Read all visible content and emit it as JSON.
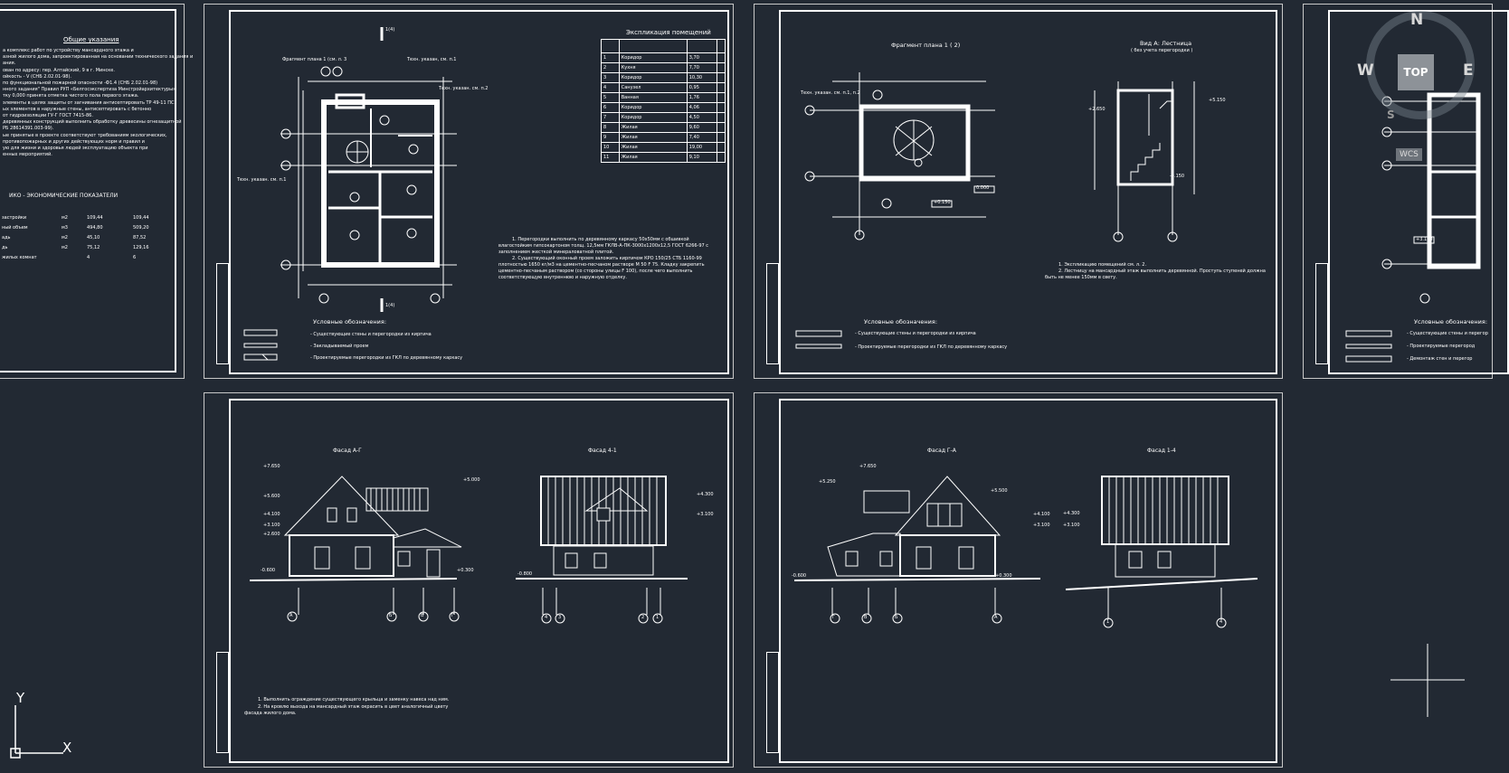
{
  "sheet1": {
    "heading": "Общие указания",
    "notes": [
      "а комплекс работ по устройству мансардного этажа и",
      "азной жилого дома, запроектированная на основании технического задания и",
      "ания.",
      "ован по адресу: пер. Алтайский, 9 в г. Минске.",
      "ойкость - V (СНБ 2.02.01-98).",
      "по функциональной пожарной опасности -Ф1.4 (СНБ 2.02.01-98)",
      "нного задания\" Правил РУП «Белгосэкспертиза Минстройархитектуры»",
      "тку 0,000 принята отметка чистого пола первого этажа.",
      "элементы в целях защиты от загнивания антисептировать ТР 49-11 ПС",
      "ых элементов в наружные стены, антисептировать с бетонно",
      "от гидроизоляции ГУ-Г ГОСТ 7415-86.",
      "деревянных конструкций выполнить обработку древесины огнезащитной",
      "РБ 28614391.003-99).",
      "ые принятые в проекте соответствуют требованиям экологических,",
      "противопожарных и других действующих норм и правил и",
      "ую для жизни и здоровья людей эксплуатацию объекта при",
      "енных мероприятий."
    ],
    "tep_title": "ИКО - ЭКОНОМИЧЕСКИЕ ПОКАЗАТЕЛИ",
    "tep_rows": [
      {
        "name": "застройки",
        "unit": "м2",
        "v1": "109,44",
        "v2": "109,44"
      },
      {
        "name": "ный объем",
        "unit": "м3",
        "v1": "494,80",
        "v2": "509,20"
      },
      {
        "name": "адь",
        "unit": "м2",
        "v1": "45,10",
        "v2": "87,52"
      },
      {
        "name": "дь",
        "unit": "м2",
        "v1": "75,12",
        "v2": "129,16"
      },
      {
        "name": "жилых комнат",
        "unit": "",
        "v1": "4",
        "v2": "6"
      }
    ]
  },
  "sheet2": {
    "label_fragment": "Фрагмент плана 1 (см. л. 3",
    "label_tech1": "Техн. указан, см. п.1",
    "label_tech2": "Техн. указан. см. п.2",
    "label_tech3": "Техн. указан. см. п.1",
    "expl_title": "Экспликация помещений",
    "rooms": [
      {
        "n": "1",
        "name": "Коридор",
        "area": "3,70"
      },
      {
        "n": "2",
        "name": "Кухня",
        "area": "7,70"
      },
      {
        "n": "3",
        "name": "Коридор",
        "area": "10,30"
      },
      {
        "n": "4",
        "name": "Санузел",
        "area": "0,95"
      },
      {
        "n": "5",
        "name": "Ванная",
        "area": "1,76"
      },
      {
        "n": "6",
        "name": "Коридор",
        "area": "4,06"
      },
      {
        "n": "7",
        "name": "Коридор",
        "area": "4,50"
      },
      {
        "n": "8",
        "name": "Жилая",
        "area": "9,60"
      },
      {
        "n": "9",
        "name": "Жилая",
        "area": "7,40"
      },
      {
        "n": "10",
        "name": "Жилая",
        "area": "19,00"
      },
      {
        "n": "11",
        "name": "Жилая",
        "area": "9,10"
      }
    ],
    "notes": [
      "1. Перегородки выполнить по деревянному каркасу 50х50мм с обшивкой",
      "влагостойким гипсокартоном толщ. 12,5мм ГКЛВ-А-ПК-3000х1200х12,5 ГОСТ 6266-97 с",
      "заполнением жесткой минераловатной плитой.",
      "2. Существующий оконный проем заложить кирпичом КРО 150/25 СТБ 1160-99",
      "плотностью 1650 кг/м3 на цементно-песчаном растворе М 50 F 75. Кладку закрепить",
      "цементно-песчаным раствором (со стороны улицы F 100), после чего выполнить",
      "соответствующую внутреннюю и наружную отделку."
    ],
    "legend_title": "Условные обозначения:",
    "legend": [
      "- Существующие стены и перегородки из кирпича",
      "- Закладываемый проем",
      "- Проектируемые перегородки из ГКЛ по деревянному каркасу"
    ],
    "mark_top": "1(4)",
    "mark_bottom": "1(4)"
  },
  "sheet3": {
    "title_fragment": "Фрагмент плана 1 ( 2)",
    "title_view": "Вид А: Лестница",
    "subtitle_view": "( без учета перегородки )",
    "label_tech": "Техн. указан. см. п.1, п.2",
    "notes": [
      "1. Экспликацию помещений см. л. 2.",
      "2. Лестницу на мансардный этаж выполнить деревянной. Проступь ступеней должна",
      "быть не менее 150мм в свету."
    ],
    "legend_title": "Условные обозначения:",
    "legend": [
      "- Существующие стены и перегородки из кирпича",
      "- Проектируемые перегородки из ГКЛ по деревянному каркасу"
    ],
    "marks": [
      "+5.150",
      "+2.650",
      "-0.150",
      "0.000",
      "+0.150"
    ]
  },
  "sheet4": {
    "legend_title": "Условные обозначения:",
    "legend": [
      "- Существующие стены и перегор",
      "- Проектируемые перегород",
      "- Демонтаж стен и перегор"
    ],
    "marks": [
      "+3.150"
    ]
  },
  "sheet5": {
    "title_left": "Фасад А-Г",
    "title_right": "Фасад 4-1",
    "notes": [
      "1. Выполнить ограждение существующего крыльца и заменку навеса над ним.",
      "2. На кровлю выхода на мансардный этаж окрасить в цвет аналогичный цвету",
      "фасада жилого дома."
    ],
    "marks": [
      "+7.650",
      "+5.600",
      "+4.100",
      "+3.100",
      "+2.600",
      "-0.600",
      "-0.800",
      "+0.300",
      "+5.000",
      "+4.300",
      "+3.100"
    ],
    "axes_left": [
      "А",
      "Б",
      "В",
      "Г"
    ],
    "axes_right": [
      "4",
      "3",
      "2",
      "1"
    ]
  },
  "sheet6": {
    "title_left": "Фасад Г-А",
    "title_right": "Фасад 1-4",
    "marks": [
      "+7.650",
      "+5.250",
      "+5.500",
      "+4.100",
      "+3.100",
      "-0.600",
      "+0.300",
      "+4.300",
      "+3.100"
    ],
    "axes_left": [
      "Г",
      "В",
      "Б",
      "А"
    ],
    "axes_right": [
      "1",
      "4"
    ]
  },
  "viewcube": {
    "n": "N",
    "w": "W",
    "e": "E",
    "s": "S",
    "top": "TOP",
    "wcs": "WCS"
  },
  "ucs": {
    "x": "X",
    "y": "Y"
  }
}
